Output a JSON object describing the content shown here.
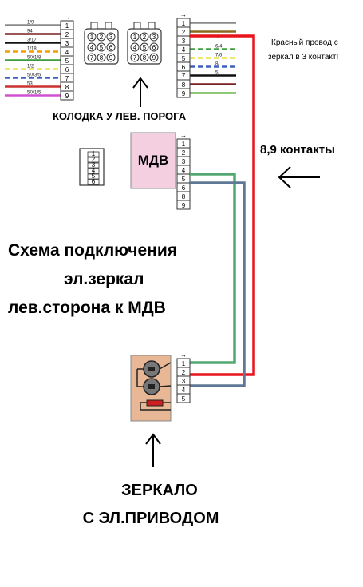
{
  "title": {
    "line1": "Схема подключения",
    "line2": "эл.зеркал",
    "line3": "лев.сторона к МДВ"
  },
  "labels": {
    "connector_caption": "КОЛОДКА У ЛЕВ. ПОРОГА",
    "mdv": "МДВ",
    "contacts": "8,9 контакты",
    "mirror_line1": "ЗЕРКАЛО",
    "mirror_line2": "С ЭЛ.ПРИВОДОМ",
    "note_line1": "Красный провод с",
    "note_line2": "зеркал в 3 контакт!"
  },
  "left_connector": {
    "pins": [
      "1",
      "2",
      "3",
      "4",
      "5",
      "6",
      "7",
      "8",
      "9"
    ],
    "wires": [
      {
        "code": "1/9",
        "color": "#8a8a8a"
      },
      {
        "code": "94",
        "color": "#7a2020"
      },
      {
        "code": "3/17",
        "color": "#111111"
      },
      {
        "code": "1/18",
        "color": "#f0a000"
      },
      {
        "code": "5/X1/8",
        "color": "#3a9c3a"
      },
      {
        "code": "1/2",
        "color": "#e8e040"
      },
      {
        "code": "5/X3/5",
        "color": "#4060c0"
      },
      {
        "code": "53",
        "color": "#cc3030"
      },
      {
        "code": "5/X1/5",
        "color": "#d050d0"
      }
    ]
  },
  "right_connector": {
    "pins": [
      "1",
      "2",
      "3",
      "4",
      "5",
      "6",
      "7",
      "8",
      "9"
    ],
    "wires": [
      {
        "code": "",
        "color": "#8a8a8a"
      },
      {
        "code": "",
        "color": "#8a6a20"
      },
      {
        "code": "5/",
        "color": "#e02020"
      },
      {
        "code": "6/4",
        "color": "#40a040"
      },
      {
        "code": "7/6",
        "color": "#e8e040"
      },
      {
        "code": "8/",
        "color": "#4060c0"
      },
      {
        "code": "5/",
        "color": "#111111"
      },
      {
        "code": "",
        "color": "#7a2020"
      },
      {
        "code": "",
        "color": "#6db84a"
      }
    ]
  },
  "mdv_block": {
    "pins": [
      "1",
      "2",
      "3",
      "4",
      "5",
      "6",
      "8",
      "9"
    ],
    "side_pins": [
      "1",
      "2",
      "3",
      "4",
      "5",
      "6"
    ]
  },
  "mirror_block": {
    "pins": [
      "1",
      "2",
      "3",
      "4",
      "5"
    ]
  },
  "socket_pins": [
    "1",
    "2",
    "3",
    "4",
    "5",
    "6",
    "7",
    "8",
    "9"
  ],
  "colors": {
    "wire_red": "#e8141c",
    "wire_green": "#52a870",
    "wire_blue": "#5f7896",
    "mdv_fill": "#f3cfe0",
    "mirror_fill": "#e8b896"
  }
}
